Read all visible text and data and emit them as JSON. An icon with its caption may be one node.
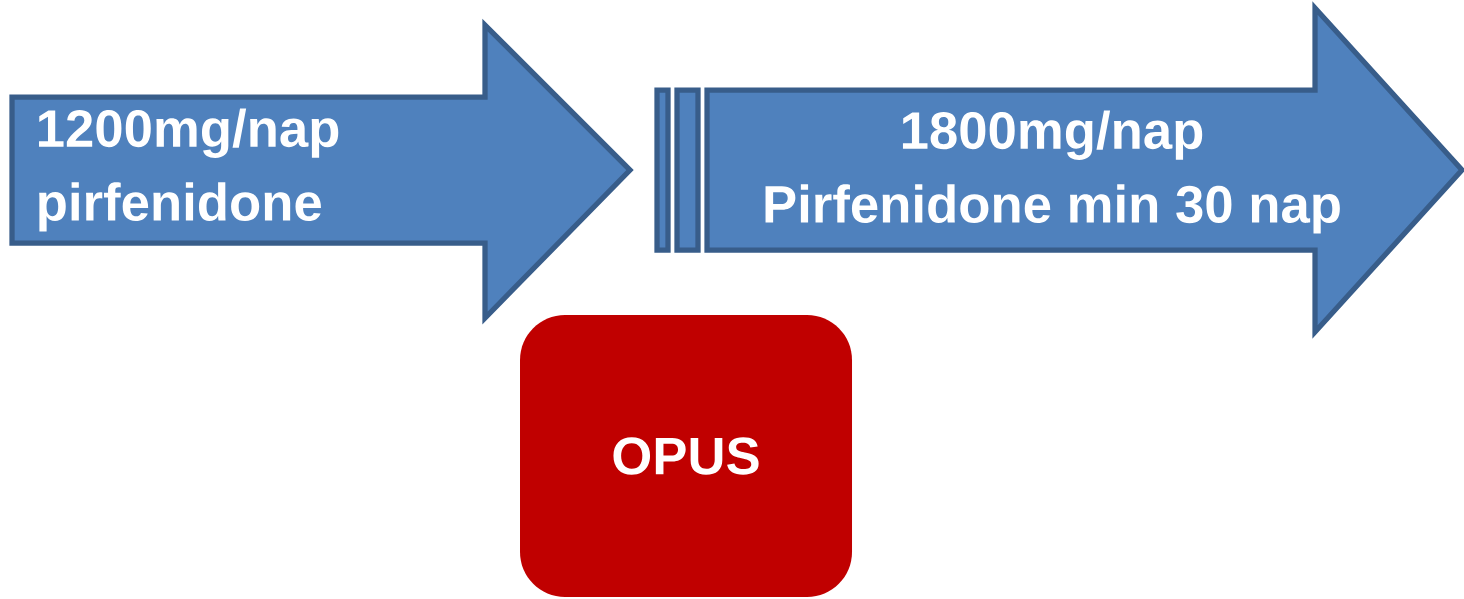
{
  "diagram": {
    "nodes": [
      {
        "text": [
          "1200mg/nap",
          "pirfenidone"
        ]
      },
      {
        "text": [
          "1800mg/nap",
          "Pirfenidone min 30 nap"
        ]
      },
      {
        "text": [
          "OPUS"
        ]
      }
    ]
  }
}
